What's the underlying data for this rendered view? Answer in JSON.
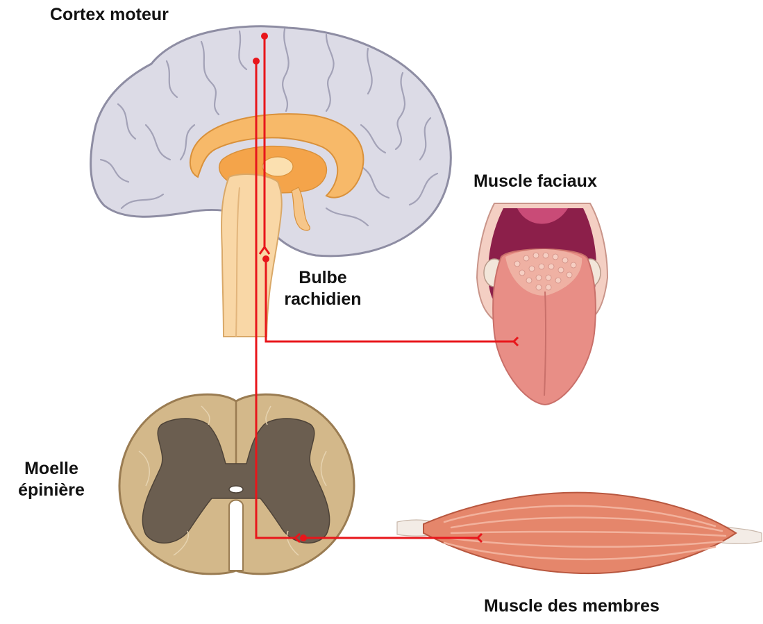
{
  "labels": {
    "motor_cortex": "Cortex moteur",
    "facial_muscles": "Muscle faciaux",
    "medulla_line1": "Bulbe",
    "medulla_line2": "rachidien",
    "spinal_line1": "Moelle",
    "spinal_line2": "épinière",
    "limb_muscles": "Muscle des membres"
  },
  "colors": {
    "pathway": "#e8161b",
    "brain_gray": "#dcdbe6",
    "brain_outline": "#8e8da3",
    "corpus_orange": "#f7b969",
    "brainstem": "#f9d7a6",
    "white_matter": "#d3b88a",
    "gray_matter": "#6b5e50",
    "tongue_pink": "#e88e86",
    "mouth_dark": "#8c1f4a",
    "muscle_red": "#e5866b"
  }
}
